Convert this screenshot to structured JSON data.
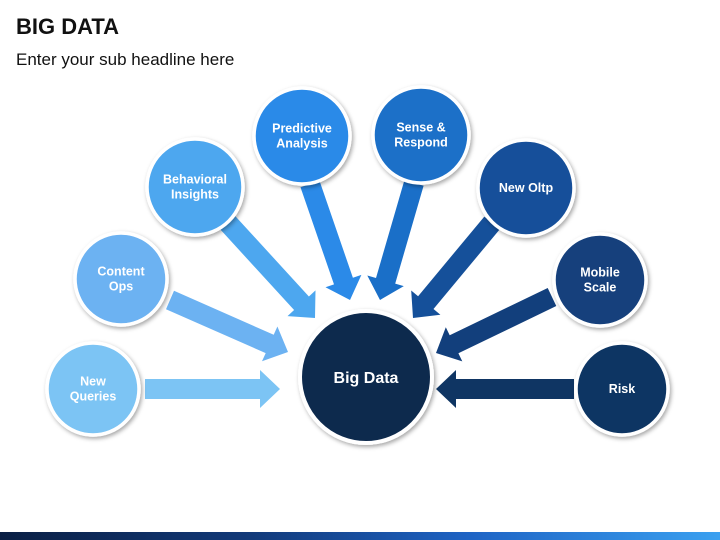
{
  "header": {
    "title": "BIG DATA",
    "subtitle": "Enter your sub headline here"
  },
  "center": {
    "label": "Big Data",
    "color": "#0f2a4d"
  },
  "nodes": [
    {
      "id": "new-queries",
      "lines": [
        "New",
        "Queries"
      ],
      "color": "#7cc4f4"
    },
    {
      "id": "content-ops",
      "lines": [
        "Content",
        "Ops"
      ],
      "color": "#6cb2f2"
    },
    {
      "id": "behavioral-insights",
      "lines": [
        "Behavioral",
        "Insights"
      ],
      "color": "#4da7ef"
    },
    {
      "id": "predictive-analysis",
      "lines": [
        "Predictive",
        "Analysis"
      ],
      "color": "#2b8ae8"
    },
    {
      "id": "sense-respond",
      "lines": [
        "Sense &",
        "Respond"
      ],
      "color": "#1a6fc8"
    },
    {
      "id": "new-oltp",
      "lines": [
        "New Oltp"
      ],
      "color": "#15509a"
    },
    {
      "id": "mobile-scale",
      "lines": [
        "Mobile",
        "Scale"
      ],
      "color": "#123f7c"
    },
    {
      "id": "risk",
      "lines": [
        "Risk"
      ],
      "color": "#0f3563"
    }
  ]
}
